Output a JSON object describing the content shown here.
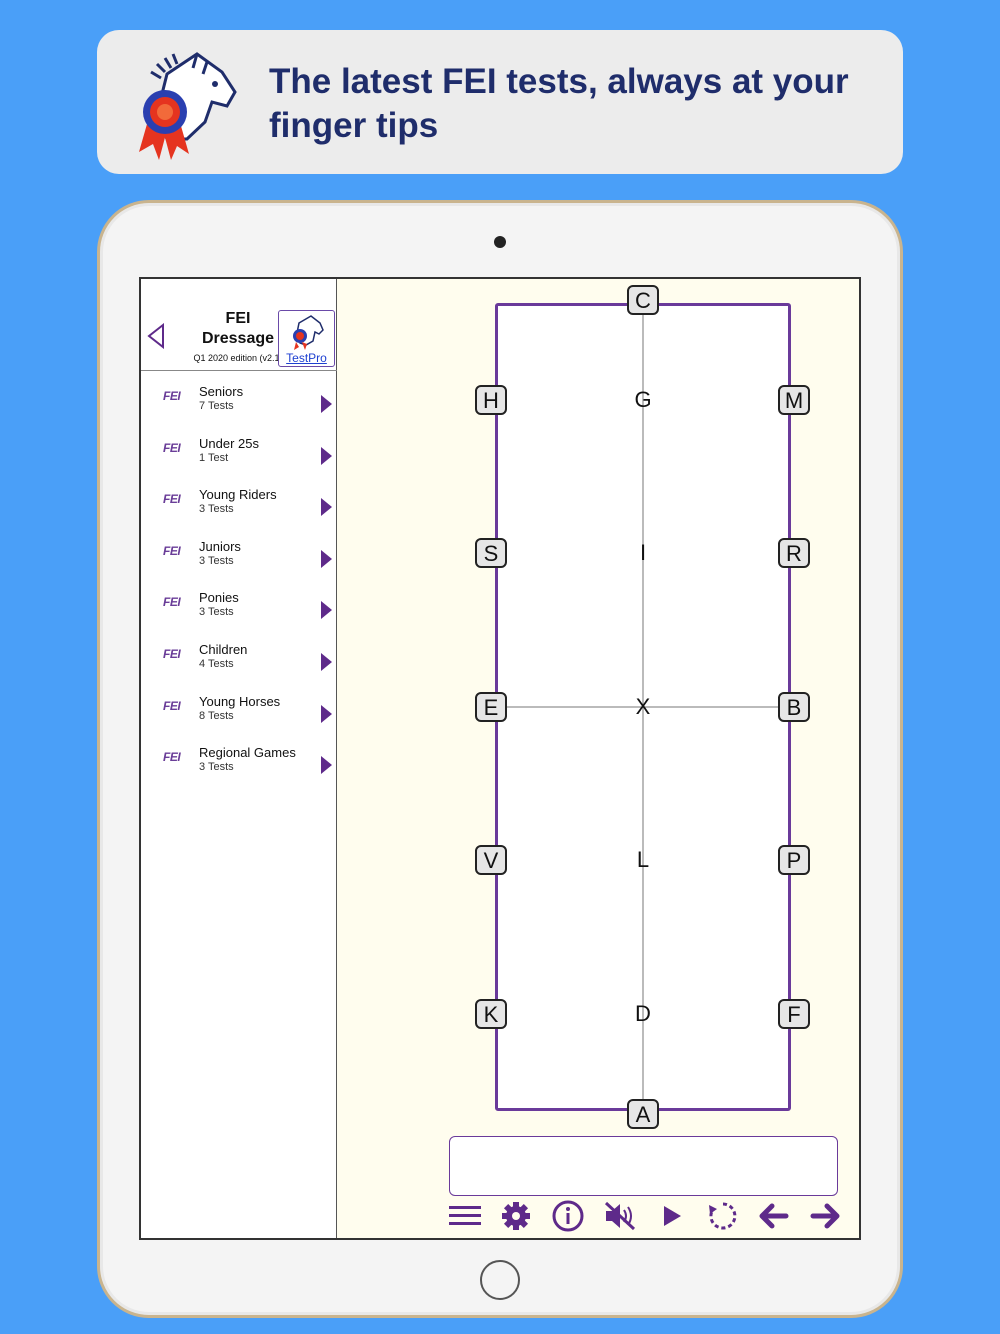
{
  "banner": {
    "text": "The latest FEI tests, always at your finger tips",
    "logo_icon": "horse-rosette-logo"
  },
  "sidebar": {
    "title_line1": "FEI",
    "title_line2": "Dressage",
    "edition": "Q1 2020 edition (v2.1)",
    "testpro_label": "TestPro",
    "items": [
      {
        "name": "Seniors",
        "count": "7  Tests"
      },
      {
        "name": "Under 25s",
        "count": "1  Test"
      },
      {
        "name": "Young Riders",
        "count": "3  Tests"
      },
      {
        "name": "Juniors",
        "count": "3  Tests"
      },
      {
        "name": "Ponies",
        "count": "3  Tests"
      },
      {
        "name": "Children",
        "count": "4  Tests"
      },
      {
        "name": "Young Horses",
        "count": "8  Tests"
      },
      {
        "name": "Regional Games",
        "count": "3  Tests"
      }
    ],
    "fei_logo_text": "FEI"
  },
  "arena": {
    "top": "C",
    "bottom": "A",
    "left": [
      "H",
      "S",
      "E",
      "V",
      "K"
    ],
    "right": [
      "M",
      "R",
      "B",
      "P",
      "F"
    ],
    "centre": [
      "G",
      "I",
      "X",
      "L",
      "D"
    ]
  },
  "colors": {
    "accent": "#5e2a8a",
    "background": "#4a9ff8",
    "banner_text": "#1f2d6b"
  },
  "toolbar": {
    "icons": [
      "menu-icon",
      "gear-icon",
      "info-icon",
      "mute-icon",
      "play-icon",
      "replay-icon",
      "arrow-left-icon",
      "arrow-right-icon"
    ]
  }
}
